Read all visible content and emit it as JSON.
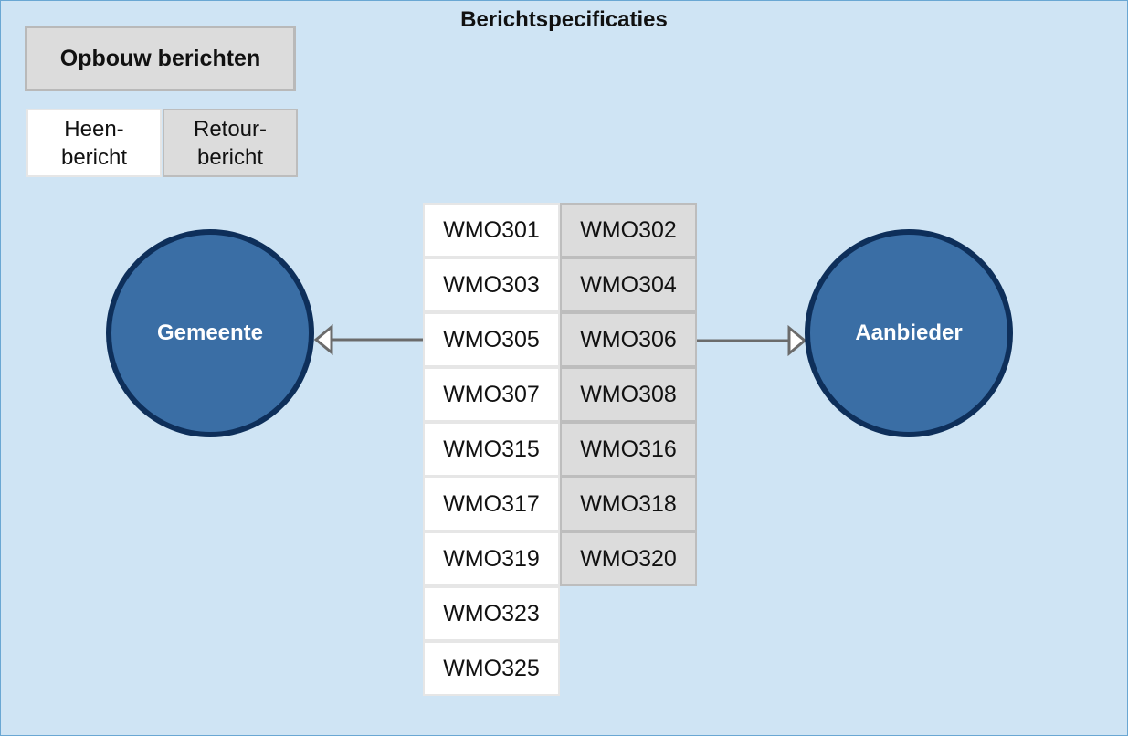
{
  "title": "Berichtspecificaties",
  "opbouw_button": "Opbouw berichten",
  "legend": {
    "heen": "Heen-\nbericht",
    "retour": "Retour-\nbericht"
  },
  "actors": {
    "left": "Gemeente",
    "right": "Aanbieder"
  },
  "heen_berichten": [
    "WMO301",
    "WMO303",
    "WMO305",
    "WMO307",
    "WMO315",
    "WMO317",
    "WMO319",
    "WMO323",
    "WMO325"
  ],
  "retour_berichten": [
    "WMO302",
    "WMO304",
    "WMO306",
    "WMO308",
    "WMO316",
    "WMO318",
    "WMO320"
  ],
  "colors": {
    "background": "#cfe4f4",
    "circle_fill": "#3a6ea5",
    "circle_border": "#0e2f5a",
    "heen_fill": "#ffffff",
    "retour_fill": "#dcdcdc"
  }
}
